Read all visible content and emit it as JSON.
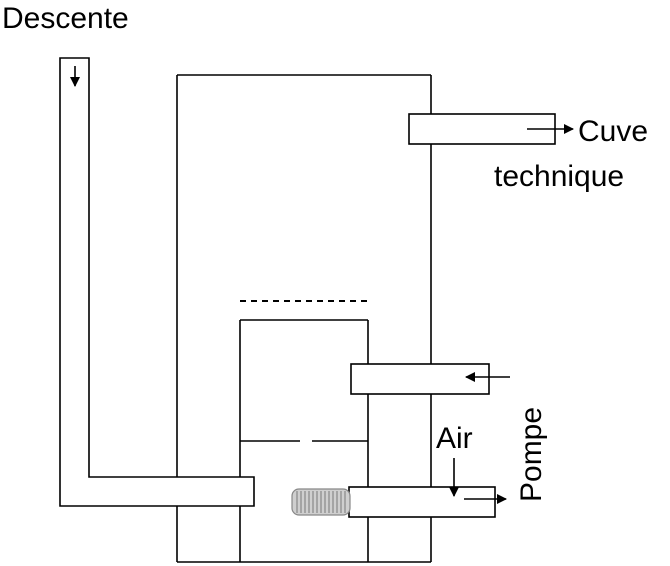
{
  "labels": {
    "descente": "Descente",
    "cuve_line1": "Cuve",
    "cuve_line2": "technique",
    "pompe": "Pompe",
    "air": "Air"
  },
  "colors": {
    "line": "#000000",
    "background": "#ffffff",
    "diffuser": "#9a9a9a"
  }
}
